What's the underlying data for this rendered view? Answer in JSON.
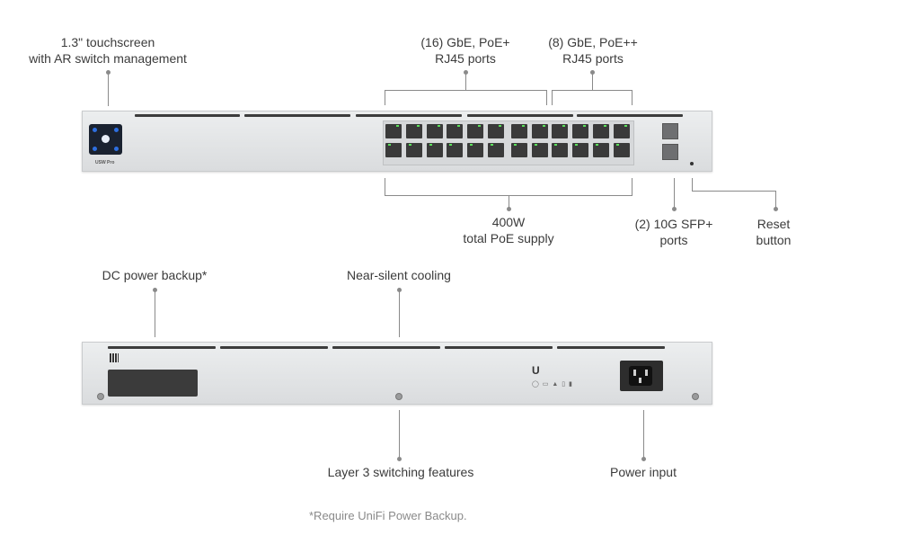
{
  "callouts": {
    "touchscreen": [
      "1.3\" touchscreen",
      "with AR switch management"
    ],
    "gbe_poe_plus": [
      "(16) GbE, PoE+",
      "RJ45 ports"
    ],
    "gbe_poe_plusplus": [
      "(8) GbE, PoE++",
      "RJ45 ports"
    ],
    "poe_supply": [
      "400W",
      "total PoE supply"
    ],
    "sfp_ports": [
      "(2) 10G SFP+",
      "ports"
    ],
    "reset": [
      "Reset",
      "button"
    ],
    "dc_backup": "DC power backup*",
    "cooling": "Near-silent cooling",
    "layer3": "Layer 3 switching features",
    "power_input": "Power input"
  },
  "footnote": "*Require UniFi Power Backup.",
  "device": {
    "brand_text": "USW Pro",
    "port_count": 24,
    "sfp_count": 2
  },
  "icons": [
    "touchscreen-icon",
    "rj45-port-icon",
    "sfp-port-icon",
    "power-inlet-icon",
    "ubiquiti-logo-icon"
  ],
  "colors": {
    "led": "#5be05b",
    "screen": "#1a2230",
    "accent": "#2e6fe0",
    "line": "#8a8a8a"
  }
}
